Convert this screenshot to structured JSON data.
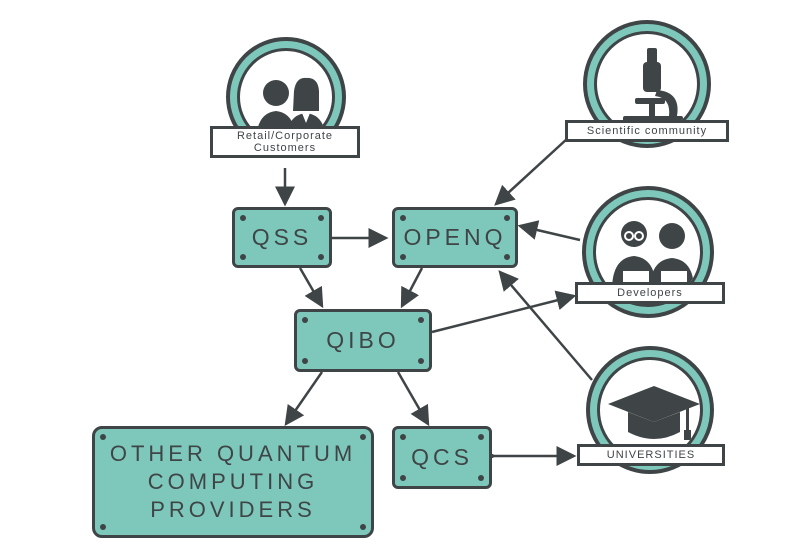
{
  "nodes": {
    "qss": "QSS",
    "openq": "OPENQ",
    "qibo": "QIBO",
    "qcs": "QCS",
    "other": [
      "OTHER QUANTUM",
      "COMPUTING",
      "PROVIDERS"
    ]
  },
  "actors": {
    "retail": [
      "Retail/Corporate",
      "Customers"
    ],
    "scientific": "Scientific community",
    "developers": "Developers",
    "universities": "UNIVERSITIES"
  },
  "icons": {
    "retail": "people-icon",
    "scientific": "microscope-icon",
    "developers": "developers-icon",
    "universities": "graduation-cap-icon"
  },
  "colors": {
    "fill": "#7ec8bb",
    "stroke": "#3f4547",
    "background": "#ffffff"
  }
}
